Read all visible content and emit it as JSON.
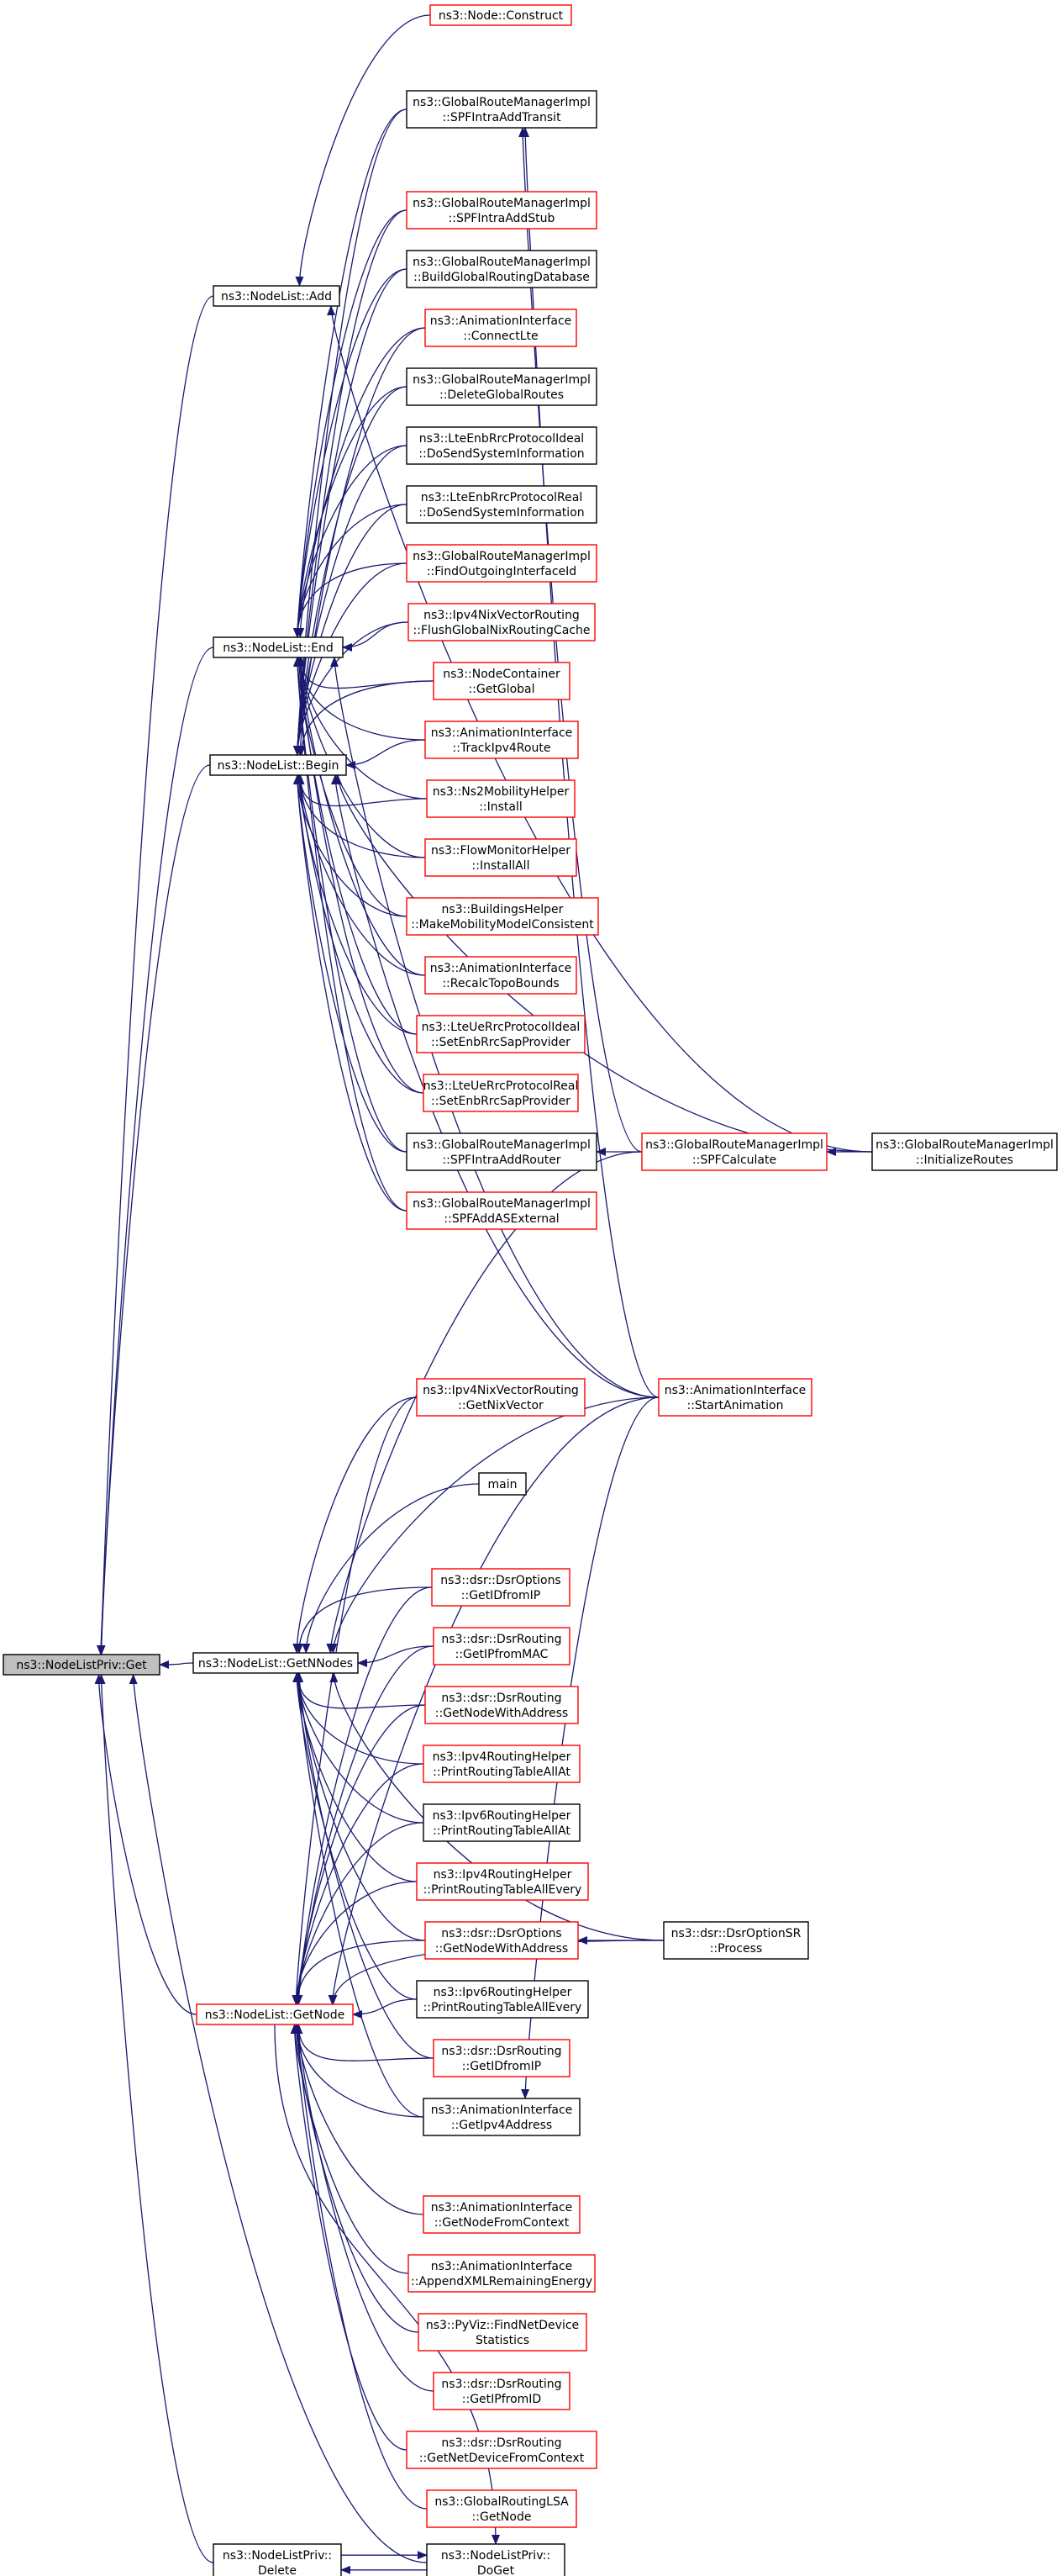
{
  "colors": {
    "edge": "#191970",
    "normal_border": "#000000",
    "linked_border": "#ff0000",
    "focus_fill": "#bfbfbf",
    "node_fill": "#ffffff"
  },
  "nodes": {
    "get": {
      "lines": [
        "ns3::NodeListPriv::Get"
      ],
      "style": "focus"
    },
    "add": {
      "lines": [
        "ns3::NodeList::Add"
      ],
      "style": "normal"
    },
    "end": {
      "lines": [
        "ns3::NodeList::End"
      ],
      "style": "normal"
    },
    "begin": {
      "lines": [
        "ns3::NodeList::Begin"
      ],
      "style": "normal"
    },
    "getnnodes": {
      "lines": [
        "ns3::NodeList::GetNNodes"
      ],
      "style": "normal"
    },
    "getnode": {
      "lines": [
        "ns3::NodeList::GetNode"
      ],
      "style": "linked"
    },
    "privdelete": {
      "lines": [
        "ns3::NodeListPriv::",
        "Delete"
      ],
      "style": "normal"
    },
    "privdoget": {
      "lines": [
        "ns3::NodeListPriv::",
        "DoGet"
      ],
      "style": "normal"
    },
    "construct": {
      "lines": [
        "ns3::Node::Construct"
      ],
      "style": "linked"
    },
    "intratransit": {
      "lines": [
        "ns3::GlobalRouteManagerImpl",
        "::SPFIntraAddTransit"
      ],
      "style": "normal"
    },
    "intrastub": {
      "lines": [
        "ns3::GlobalRouteManagerImpl",
        "::SPFIntraAddStub"
      ],
      "style": "linked"
    },
    "buildglobal": {
      "lines": [
        "ns3::GlobalRouteManagerImpl",
        "::BuildGlobalRoutingDatabase"
      ],
      "style": "normal"
    },
    "connectlte": {
      "lines": [
        "ns3::AnimationInterface",
        "::ConnectLte"
      ],
      "style": "linked"
    },
    "deleteglobal": {
      "lines": [
        "ns3::GlobalRouteManagerImpl",
        "::DeleteGlobalRoutes"
      ],
      "style": "normal"
    },
    "ideal_sysinfo": {
      "lines": [
        "ns3::LteEnbRrcProtocolIdeal",
        "::DoSendSystemInformation"
      ],
      "style": "normal"
    },
    "real_sysinfo": {
      "lines": [
        "ns3::LteEnbRrcProtocolReal",
        "::DoSendSystemInformation"
      ],
      "style": "normal"
    },
    "findoutgoing": {
      "lines": [
        "ns3::GlobalRouteManagerImpl",
        "::FindOutgoingInterfaceId"
      ],
      "style": "linked"
    },
    "flushnix": {
      "lines": [
        "ns3::Ipv4NixVectorRouting",
        "::FlushGlobalNixRoutingCache"
      ],
      "style": "linked"
    },
    "nodecontainer": {
      "lines": [
        "ns3::NodeContainer",
        "::GetGlobal"
      ],
      "style": "linked"
    },
    "trackipv4": {
      "lines": [
        "ns3::AnimationInterface",
        "::TrackIpv4Route"
      ],
      "style": "linked"
    },
    "ns2mobility": {
      "lines": [
        "ns3::Ns2MobilityHelper",
        "::Install"
      ],
      "style": "linked"
    },
    "flowmonitor": {
      "lines": [
        "ns3::FlowMonitorHelper",
        "::InstallAll"
      ],
      "style": "linked"
    },
    "buildings": {
      "lines": [
        "ns3::BuildingsHelper",
        "::MakeMobilityModelConsistent"
      ],
      "style": "linked"
    },
    "recalctopo": {
      "lines": [
        "ns3::AnimationInterface",
        "::RecalcTopoBounds"
      ],
      "style": "linked"
    },
    "ideal_setenb": {
      "lines": [
        "ns3::LteUeRrcProtocolIdeal",
        "::SetEnbRrcSapProvider"
      ],
      "style": "linked"
    },
    "real_setenb": {
      "lines": [
        "ns3::LteUeRrcProtocolReal",
        "::SetEnbRrcSapProvider"
      ],
      "style": "linked"
    },
    "intrarouter": {
      "lines": [
        "ns3::GlobalRouteManagerImpl",
        "::SPFIntraAddRouter"
      ],
      "style": "normal"
    },
    "addasext": {
      "lines": [
        "ns3::GlobalRouteManagerImpl",
        "::SPFAddASExternal"
      ],
      "style": "linked"
    },
    "spfcalc": {
      "lines": [
        "ns3::GlobalRouteManagerImpl",
        "::SPFCalculate"
      ],
      "style": "linked"
    },
    "initroutes": {
      "lines": [
        "ns3::GlobalRouteManagerImpl",
        "::InitializeRoutes"
      ],
      "style": "normal"
    },
    "getnixvector": {
      "lines": [
        "ns3::Ipv4NixVectorRouting",
        "::GetNixVector"
      ],
      "style": "linked"
    },
    "startanim": {
      "lines": [
        "ns3::AnimationInterface",
        "::StartAnimation"
      ],
      "style": "linked"
    },
    "main": {
      "lines": [
        "main"
      ],
      "style": "normal"
    },
    "opt_getid": {
      "lines": [
        "ns3::dsr::DsrOptions",
        "::GetIDfromIP"
      ],
      "style": "linked"
    },
    "rt_getipmac": {
      "lines": [
        "ns3::dsr::DsrRouting",
        "::GetIPfromMAC"
      ],
      "style": "linked"
    },
    "rt_getnodeaddr": {
      "lines": [
        "ns3::dsr::DsrRouting",
        "::GetNodeWithAddress"
      ],
      "style": "linked"
    },
    "ipv4_allat": {
      "lines": [
        "ns3::Ipv4RoutingHelper",
        "::PrintRoutingTableAllAt"
      ],
      "style": "linked"
    },
    "ipv6_allat": {
      "lines": [
        "ns3::Ipv6RoutingHelper",
        "::PrintRoutingTableAllAt"
      ],
      "style": "normal"
    },
    "ipv4_allevery": {
      "lines": [
        "ns3::Ipv4RoutingHelper",
        "::PrintRoutingTableAllEvery"
      ],
      "style": "linked"
    },
    "opt_getnodeaddr": {
      "lines": [
        "ns3::dsr::DsrOptions",
        "::GetNodeWithAddress"
      ],
      "style": "linked"
    },
    "ipv6_allevery": {
      "lines": [
        "ns3::Ipv6RoutingHelper",
        "::PrintRoutingTableAllEvery"
      ],
      "style": "normal"
    },
    "rt_getidip": {
      "lines": [
        "ns3::dsr::DsrRouting",
        "::GetIDfromIP"
      ],
      "style": "linked"
    },
    "getipv4addr": {
      "lines": [
        "ns3::AnimationInterface",
        "::GetIpv4Address"
      ],
      "style": "normal"
    },
    "optsr": {
      "lines": [
        "ns3::dsr::DsrOptionSR",
        "::Process"
      ],
      "style": "normal"
    },
    "getnodectx": {
      "lines": [
        "ns3::AnimationInterface",
        "::GetNodeFromContext"
      ],
      "style": "linked"
    },
    "appendxml": {
      "lines": [
        "ns3::AnimationInterface",
        "::AppendXMLRemainingEnergy"
      ],
      "style": "linked"
    },
    "pyviz": {
      "lines": [
        "ns3::PyViz::FindNetDevice",
        "Statistics"
      ],
      "style": "linked"
    },
    "rt_getipid": {
      "lines": [
        "ns3::dsr::DsrRouting",
        "::GetIPfromID"
      ],
      "style": "linked"
    },
    "rt_getnetdev": {
      "lines": [
        "ns3::dsr::DsrRouting",
        "::GetNetDeviceFromContext"
      ],
      "style": "linked"
    },
    "globallsa": {
      "lines": [
        "ns3::GlobalRoutingLSA",
        "::GetNode"
      ],
      "style": "linked"
    }
  },
  "edges": [
    [
      "add",
      "get"
    ],
    [
      "end",
      "get"
    ],
    [
      "begin",
      "get"
    ],
    [
      "getnnodes",
      "get"
    ],
    [
      "getnode",
      "get"
    ],
    [
      "privdelete",
      "get"
    ],
    [
      "privdoget",
      "get"
    ],
    [
      "construct",
      "add"
    ],
    [
      "initroutes",
      "add"
    ],
    [
      "intratransit",
      "end"
    ],
    [
      "intrastub",
      "end"
    ],
    [
      "buildglobal",
      "end"
    ],
    [
      "connectlte",
      "end"
    ],
    [
      "deleteglobal",
      "end"
    ],
    [
      "ideal_sysinfo",
      "end"
    ],
    [
      "real_sysinfo",
      "end"
    ],
    [
      "findoutgoing",
      "end"
    ],
    [
      "flushnix",
      "end"
    ],
    [
      "nodecontainer",
      "end"
    ],
    [
      "trackipv4",
      "end"
    ],
    [
      "ns2mobility",
      "end"
    ],
    [
      "flowmonitor",
      "end"
    ],
    [
      "buildings",
      "end"
    ],
    [
      "recalctopo",
      "end"
    ],
    [
      "ideal_setenb",
      "end"
    ],
    [
      "real_setenb",
      "end"
    ],
    [
      "intrarouter",
      "end"
    ],
    [
      "addasext",
      "end"
    ],
    [
      "startanim",
      "end"
    ],
    [
      "intratransit",
      "begin"
    ],
    [
      "intrastub",
      "begin"
    ],
    [
      "buildglobal",
      "begin"
    ],
    [
      "connectlte",
      "begin"
    ],
    [
      "deleteglobal",
      "begin"
    ],
    [
      "ideal_sysinfo",
      "begin"
    ],
    [
      "real_sysinfo",
      "begin"
    ],
    [
      "findoutgoing",
      "begin"
    ],
    [
      "flushnix",
      "begin"
    ],
    [
      "nodecontainer",
      "begin"
    ],
    [
      "trackipv4",
      "begin"
    ],
    [
      "ns2mobility",
      "begin"
    ],
    [
      "flowmonitor",
      "begin"
    ],
    [
      "buildings",
      "begin"
    ],
    [
      "recalctopo",
      "begin"
    ],
    [
      "ideal_setenb",
      "begin"
    ],
    [
      "real_setenb",
      "begin"
    ],
    [
      "intrarouter",
      "begin"
    ],
    [
      "addasext",
      "begin"
    ],
    [
      "startanim",
      "begin"
    ],
    [
      "initroutes",
      "begin"
    ],
    [
      "spfcalc",
      "intratransit"
    ],
    [
      "spfcalc",
      "intrarouter"
    ],
    [
      "initroutes",
      "spfcalc"
    ],
    [
      "startanim",
      "intratransit"
    ],
    [
      "spfcalc",
      "getnnodes"
    ],
    [
      "getnixvector",
      "getnnodes"
    ],
    [
      "startanim",
      "getnnodes"
    ],
    [
      "main",
      "getnnodes"
    ],
    [
      "opt_getid",
      "getnnodes"
    ],
    [
      "rt_getipmac",
      "getnnodes"
    ],
    [
      "rt_getnodeaddr",
      "getnnodes"
    ],
    [
      "ipv4_allat",
      "getnnodes"
    ],
    [
      "ipv6_allat",
      "getnnodes"
    ],
    [
      "ipv4_allevery",
      "getnnodes"
    ],
    [
      "opt_getnodeaddr",
      "getnnodes"
    ],
    [
      "ipv6_allevery",
      "getnnodes"
    ],
    [
      "rt_getidip",
      "getnnodes"
    ],
    [
      "optsr",
      "getnnodes"
    ],
    [
      "getipv4addr",
      "getnnodes"
    ],
    [
      "opt_getid",
      "getnode"
    ],
    [
      "rt_getipmac",
      "getnode"
    ],
    [
      "rt_getnodeaddr",
      "getnode"
    ],
    [
      "ipv4_allat",
      "getnode"
    ],
    [
      "ipv6_allat",
      "getnode"
    ],
    [
      "ipv4_allevery",
      "getnode"
    ],
    [
      "opt_getnodeaddr",
      "getnode"
    ],
    [
      "ipv6_allevery",
      "getnode"
    ],
    [
      "rt_getidip",
      "getnode"
    ],
    [
      "getipv4addr",
      "getnode"
    ],
    [
      "optsr",
      "getnode"
    ],
    [
      "getnodectx",
      "getnode"
    ],
    [
      "appendxml",
      "getnode"
    ],
    [
      "pyviz",
      "getnode"
    ],
    [
      "rt_getipid",
      "getnode"
    ],
    [
      "rt_getnetdev",
      "getnode"
    ],
    [
      "globallsa",
      "getnode"
    ],
    [
      "startanim",
      "getnode"
    ],
    [
      "getnixvector",
      "getnode"
    ],
    [
      "optsr",
      "opt_getnodeaddr"
    ],
    [
      "startanim",
      "getipv4addr"
    ],
    [
      "privdoget",
      "privdelete"
    ],
    [
      "privdelete",
      "privdoget"
    ],
    [
      "getnode",
      "privdoget"
    ]
  ]
}
